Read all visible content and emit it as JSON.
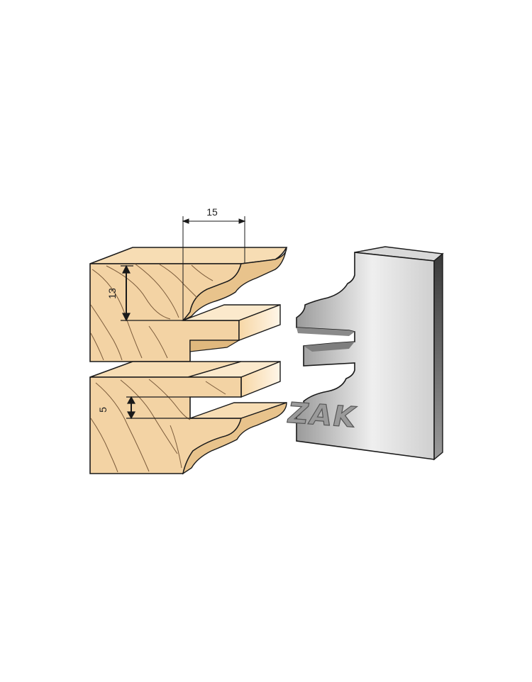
{
  "dimensions": {
    "width_label": "15",
    "height_label": "13",
    "depth_label": "5"
  },
  "brand": "ZAK",
  "colors": {
    "wood_face": "#f3d3a4",
    "wood_top": "#f7ddb4",
    "wood_edge": "#e8c38c",
    "grain": "#7a5a3a",
    "outline": "#1a1a1a",
    "knife_light": "#f0f0f0",
    "knife_dark": "#8d8d8d",
    "knife_side": "#2b2b2b"
  }
}
